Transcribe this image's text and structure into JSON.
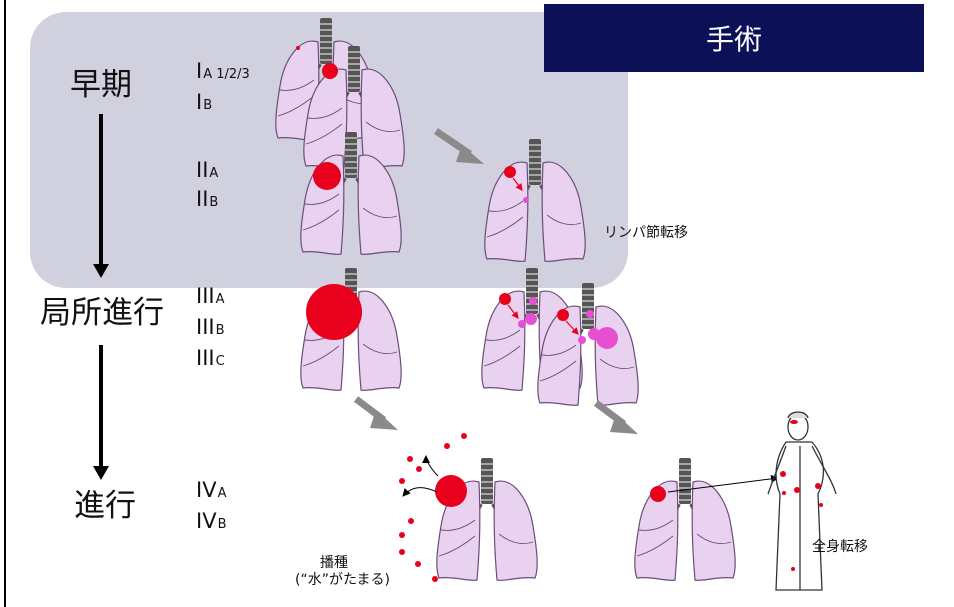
{
  "banner": {
    "text": "手術",
    "color": "#0c1157"
  },
  "zone_color": "#8f8fb0",
  "stages": {
    "early": "早期",
    "locally_advanced": "局所進行",
    "advanced": "進行"
  },
  "substages": {
    "IA": {
      "main": "I",
      "sub": "A 1/2/3"
    },
    "IB": {
      "main": "I",
      "sub": "B"
    },
    "IIA": {
      "main": "II",
      "sub": "A"
    },
    "IIB": {
      "main": "II",
      "sub": "B"
    },
    "IIIA": {
      "main": "III",
      "sub": "A"
    },
    "IIIB": {
      "main": "III",
      "sub": "B"
    },
    "IIIC": {
      "main": "III",
      "sub": "C"
    },
    "IVA": {
      "main": "IV",
      "sub": "A"
    },
    "IVB": {
      "main": "IV",
      "sub": "B"
    }
  },
  "notes": {
    "lymph": "リンパ節転移",
    "dissemination_1": "播種",
    "dissemination_2": "(“水”がたまる)",
    "systemic": "全身転移"
  },
  "colors": {
    "lung": "#e9d2f0",
    "lung_stroke": "#6a4d7a",
    "tumor": "#e8001c",
    "lymph_node": "#e64fd2",
    "arrow": "#8a8a8a"
  },
  "icons": [
    "lung-icon",
    "tumor-icon",
    "lymph-node-icon",
    "human-figure-icon",
    "gray-arrow-icon",
    "down-arrow-icon"
  ]
}
